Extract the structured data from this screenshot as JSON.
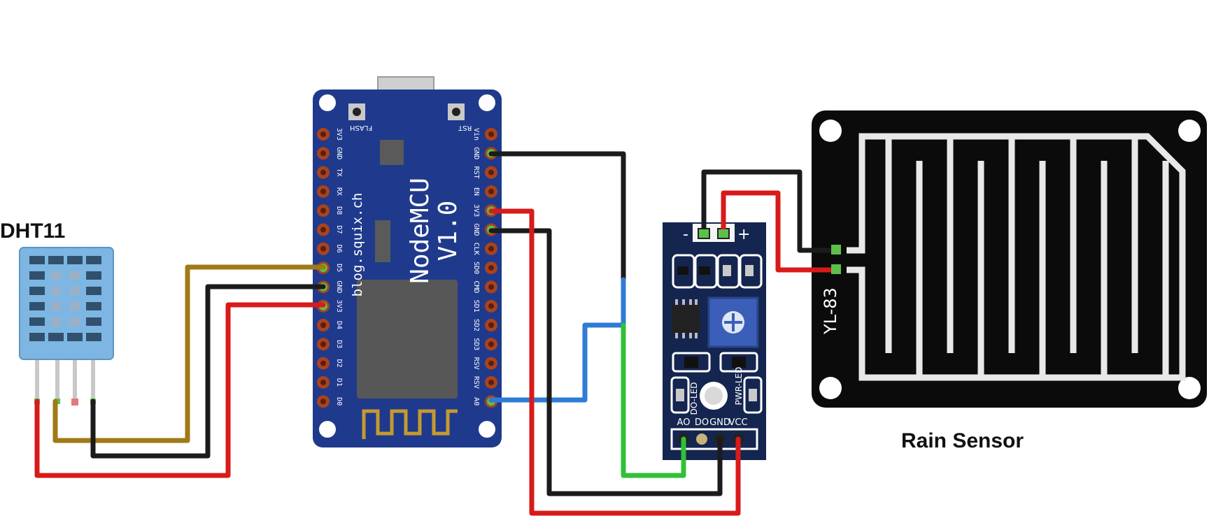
{
  "labels": {
    "dht11": "DHT11",
    "rain_sensor": "Rain Sensor"
  },
  "nodemcu": {
    "title_line1": "NodeMCU",
    "title_line2": "V1.0",
    "site": "blog.squix.ch",
    "flash_label": "FLASH",
    "rst_label": "RST",
    "left_pins": [
      "3V3",
      "GND",
      "TX",
      "RX",
      "D8",
      "D7",
      "D6",
      "D5",
      "GND",
      "3V3",
      "D4",
      "D3",
      "D2",
      "D1",
      "D0"
    ],
    "right_pins": [
      "Vin",
      "GND",
      "RST",
      "EN",
      "3V3",
      "GND",
      "CLK",
      "SD0",
      "CMD",
      "SD1",
      "SD2",
      "SD3",
      "RSV",
      "RSV",
      "A0"
    ]
  },
  "module": {
    "minus": "-",
    "plus": "+",
    "do_led": "DO-LED",
    "pwr_led": "PWR-LED",
    "pin_labels": [
      "AO",
      "DO",
      "GND",
      "VCC"
    ]
  },
  "rain_board": {
    "model": "YL-83"
  },
  "colors": {
    "board_blue": "#1f3a8c",
    "module_blue": "#14254f",
    "dht_blue": "#7db6e2",
    "wire_red": "#d81a1a",
    "wire_black": "#1b1b1b",
    "wire_gold": "#a07a16",
    "wire_blue": "#2f7bd6",
    "wire_green": "#2fc236"
  },
  "connections": [
    {
      "from": "DHT11 VCC",
      "to": "NodeMCU 3V3",
      "color": "red"
    },
    {
      "from": "DHT11 DATA",
      "to": "NodeMCU D5",
      "color": "gold"
    },
    {
      "from": "DHT11 GND",
      "to": "NodeMCU GND",
      "color": "black"
    },
    {
      "from": "NodeMCU A0",
      "to": "Module AO",
      "color": "blue/green"
    },
    {
      "from": "NodeMCU GND",
      "to": "Module GND",
      "color": "black"
    },
    {
      "from": "NodeMCU 3V3",
      "to": "Module VCC",
      "color": "red"
    },
    {
      "from": "Module -",
      "to": "YL-83 pad",
      "color": "black"
    },
    {
      "from": "Module +",
      "to": "YL-83 pad",
      "color": "red"
    }
  ]
}
